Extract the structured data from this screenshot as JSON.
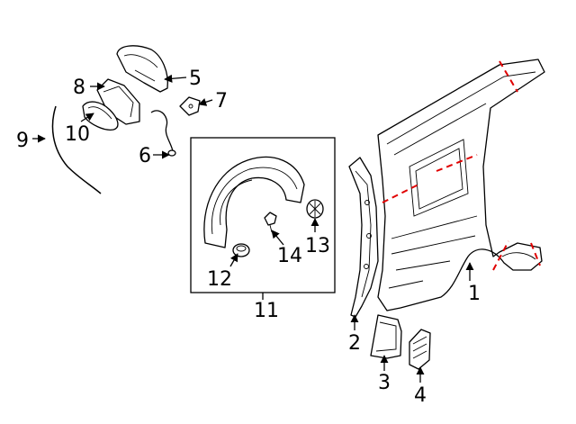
{
  "callouts": {
    "c1": "1",
    "c2": "2",
    "c3": "3",
    "c4": "4",
    "c5": "5",
    "c6": "6",
    "c7": "7",
    "c8": "8",
    "c9": "9",
    "c10": "10",
    "c11": "11",
    "c12": "12",
    "c13": "13",
    "c14": "14"
  },
  "colors": {
    "line": "#000000",
    "cut_line": "#e00000",
    "background": "#ffffff"
  }
}
